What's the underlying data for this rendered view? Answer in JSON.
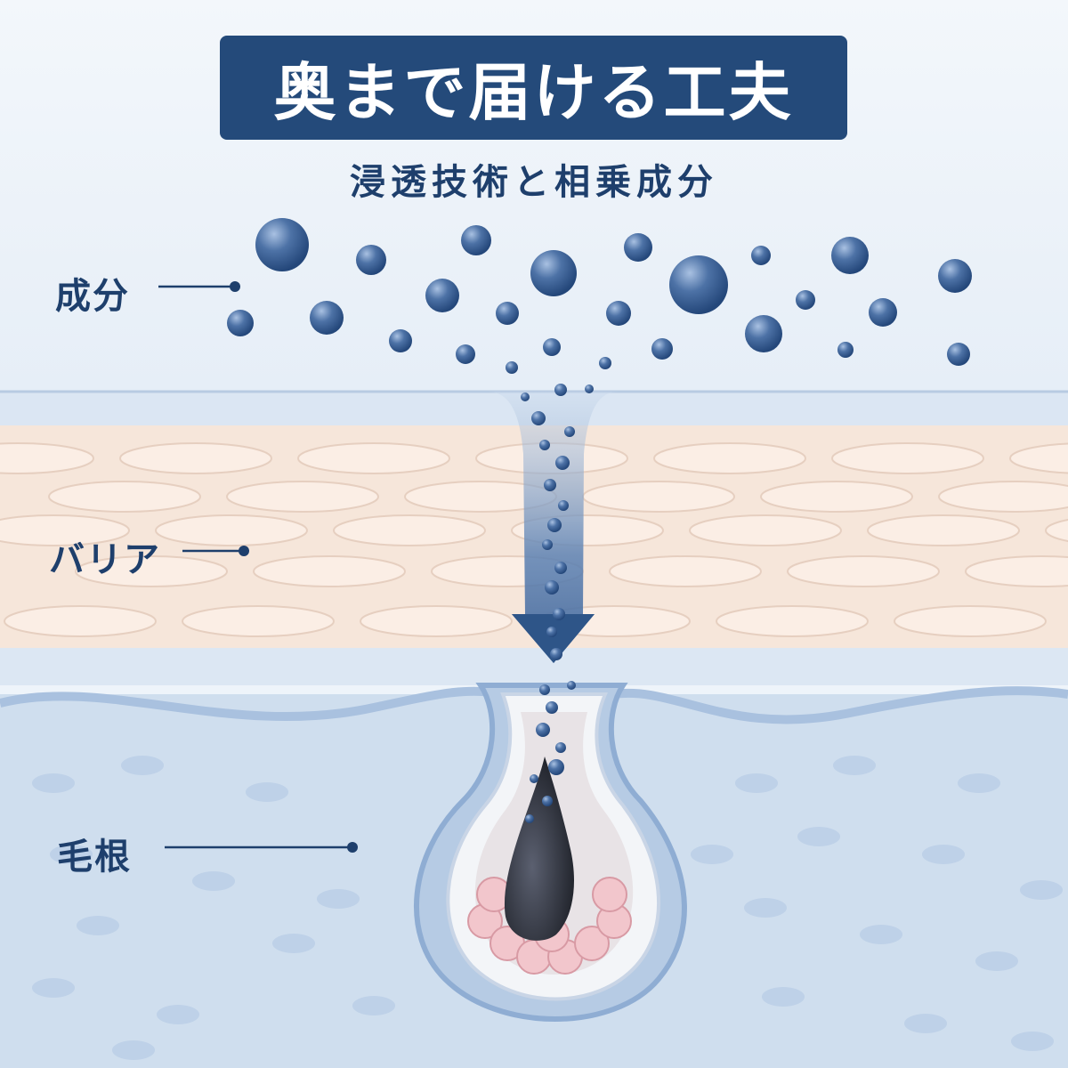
{
  "header": {
    "title": "奥まで届ける工夫",
    "subtitle": "浸透技術と相乗成分"
  },
  "labels": {
    "ingredient": "成分",
    "barrier": "バリア",
    "hair_root": "毛根"
  },
  "colors": {
    "navy": "#244a7a",
    "text": "#1e3f6c",
    "background": "#eef4fa",
    "droplet": "#3e6296",
    "barrier_fill": "#f6e6da",
    "barrier_cell": "#fbeee5",
    "dermis": "#cfdeee",
    "bulb_cells": "#f2c6cc",
    "hair": "#2c2f38"
  }
}
